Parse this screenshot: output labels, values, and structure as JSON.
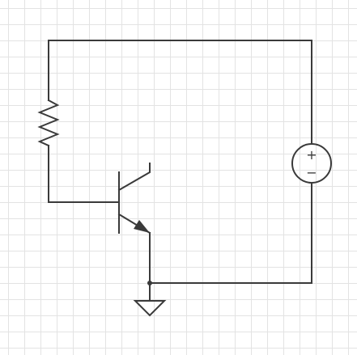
{
  "diagram": {
    "kind": "circuit schematic",
    "components": [
      {
        "id": "R1",
        "type": "resistor"
      },
      {
        "id": "Q1",
        "type": "npn-transistor"
      },
      {
        "id": "V1",
        "type": "dc-voltage-source",
        "polarity_marks": [
          "+",
          "−"
        ]
      },
      {
        "id": "GND",
        "type": "ground"
      }
    ],
    "colors": {
      "wire": "#3a3a3a",
      "grid": "#e3e3e3",
      "background": "#ffffff"
    }
  }
}
